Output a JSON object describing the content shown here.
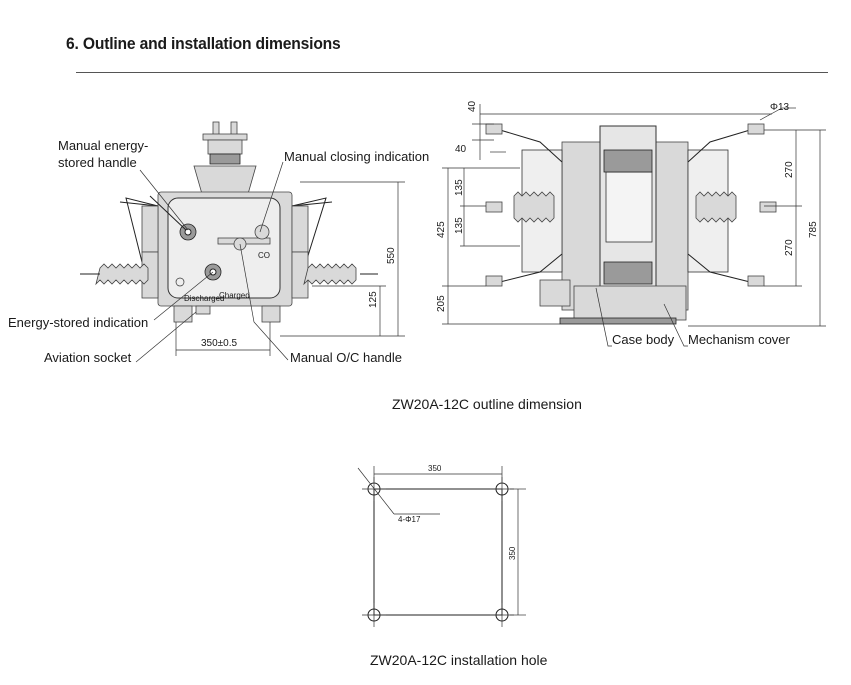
{
  "section": {
    "title": "6. Outline and installation dimensions"
  },
  "front_view": {
    "labels": {
      "manual_energy_line1": "Manual energy-",
      "manual_energy_line2": "stored handle",
      "manual_closing": "Manual closing indication",
      "energy_stored": "Energy-stored indication",
      "aviation_socket": "Aviation socket",
      "manual_oc": "Manual O/C handle"
    },
    "panel_text": {
      "discharged": "Discharged",
      "charged": "Charged",
      "co": "CO"
    },
    "dims": {
      "height": "550",
      "lower": "125",
      "base_width": "350±0.5"
    }
  },
  "side_view": {
    "labels": {
      "case_body": "Case body",
      "mechanism_cover": "Mechanism cover"
    },
    "dims": {
      "top_40": "40",
      "left_40": "40",
      "phi13": "Φ13",
      "d135a": "135",
      "d135b": "135",
      "d425": "425",
      "d205": "205",
      "d270a": "270",
      "d270b": "270",
      "d785": "785"
    }
  },
  "outline_caption": "ZW20A-12C outline dimension",
  "install": {
    "width": "350",
    "height": "350",
    "holes": "4-Φ17",
    "caption": "ZW20A-12C installation hole"
  }
}
